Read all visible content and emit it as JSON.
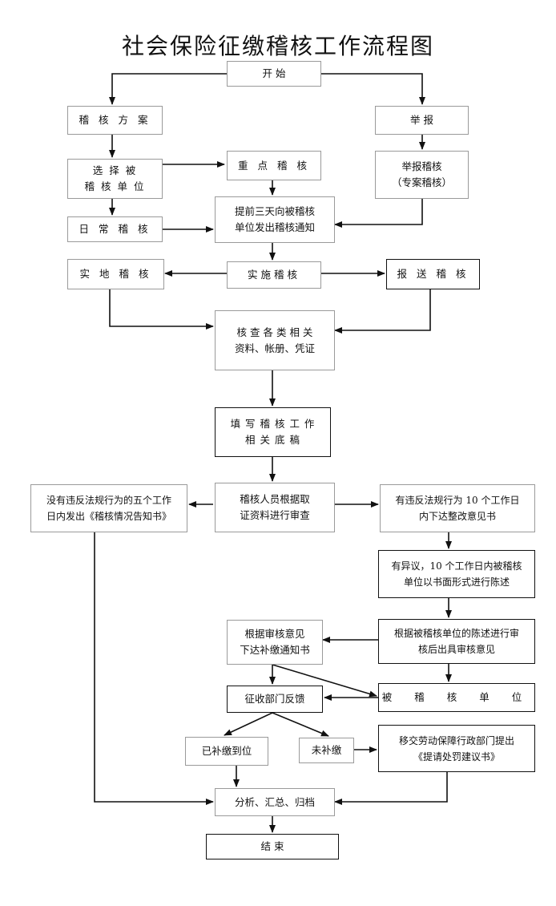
{
  "title": "社会保险征缴稽核工作流程图",
  "nodes": {
    "start": "开       始",
    "audit_plan": "稽 核 方 案",
    "report": "举    报",
    "select_unit": "选   择   被\n稽 核 单 位",
    "key_audit": "重 点 稽 核",
    "report_audit": "举报稽核\n（专案稽核）",
    "advance_notice": "提前三天向被稽核\n单位发出稽核通知",
    "daily_audit": "日 常 稽 核",
    "onsite_audit": "实 地 稽 核",
    "implement_audit": "实施稽核",
    "submit_audit": "报 送 稽 核",
    "check_docs": "核 查 各 类 相 关\n资料、帐册、凭证",
    "fill_draft": "填 写 稽 核 工 作\n相 关 底 稿",
    "review": "稽核人员根据取\n证资料进行审查",
    "no_violation": "没有违反法规行为的五个工作\n日内发出《稽核情况告知书》",
    "violation": "有违反法规行为 10 个工作日\n内下达整改意见书",
    "objection": "有异议，10 个工作日内被稽核\n单位以书面形式进行陈述",
    "recheck": "根据被稽核单位的陈述进行审\n核后出具审核意见",
    "supplement_notice": "根据审核意见\n下达补缴通知书",
    "collection_feedback": "征收部门反馈",
    "audited_unit": "被 稽 核 单 位",
    "paid": "已补缴到位",
    "unpaid": "未补缴",
    "transfer": "移交劳动保障行政部门提出\n《提请处罚建议书》",
    "archive": "分析、汇总、归档",
    "end": "结    束"
  }
}
